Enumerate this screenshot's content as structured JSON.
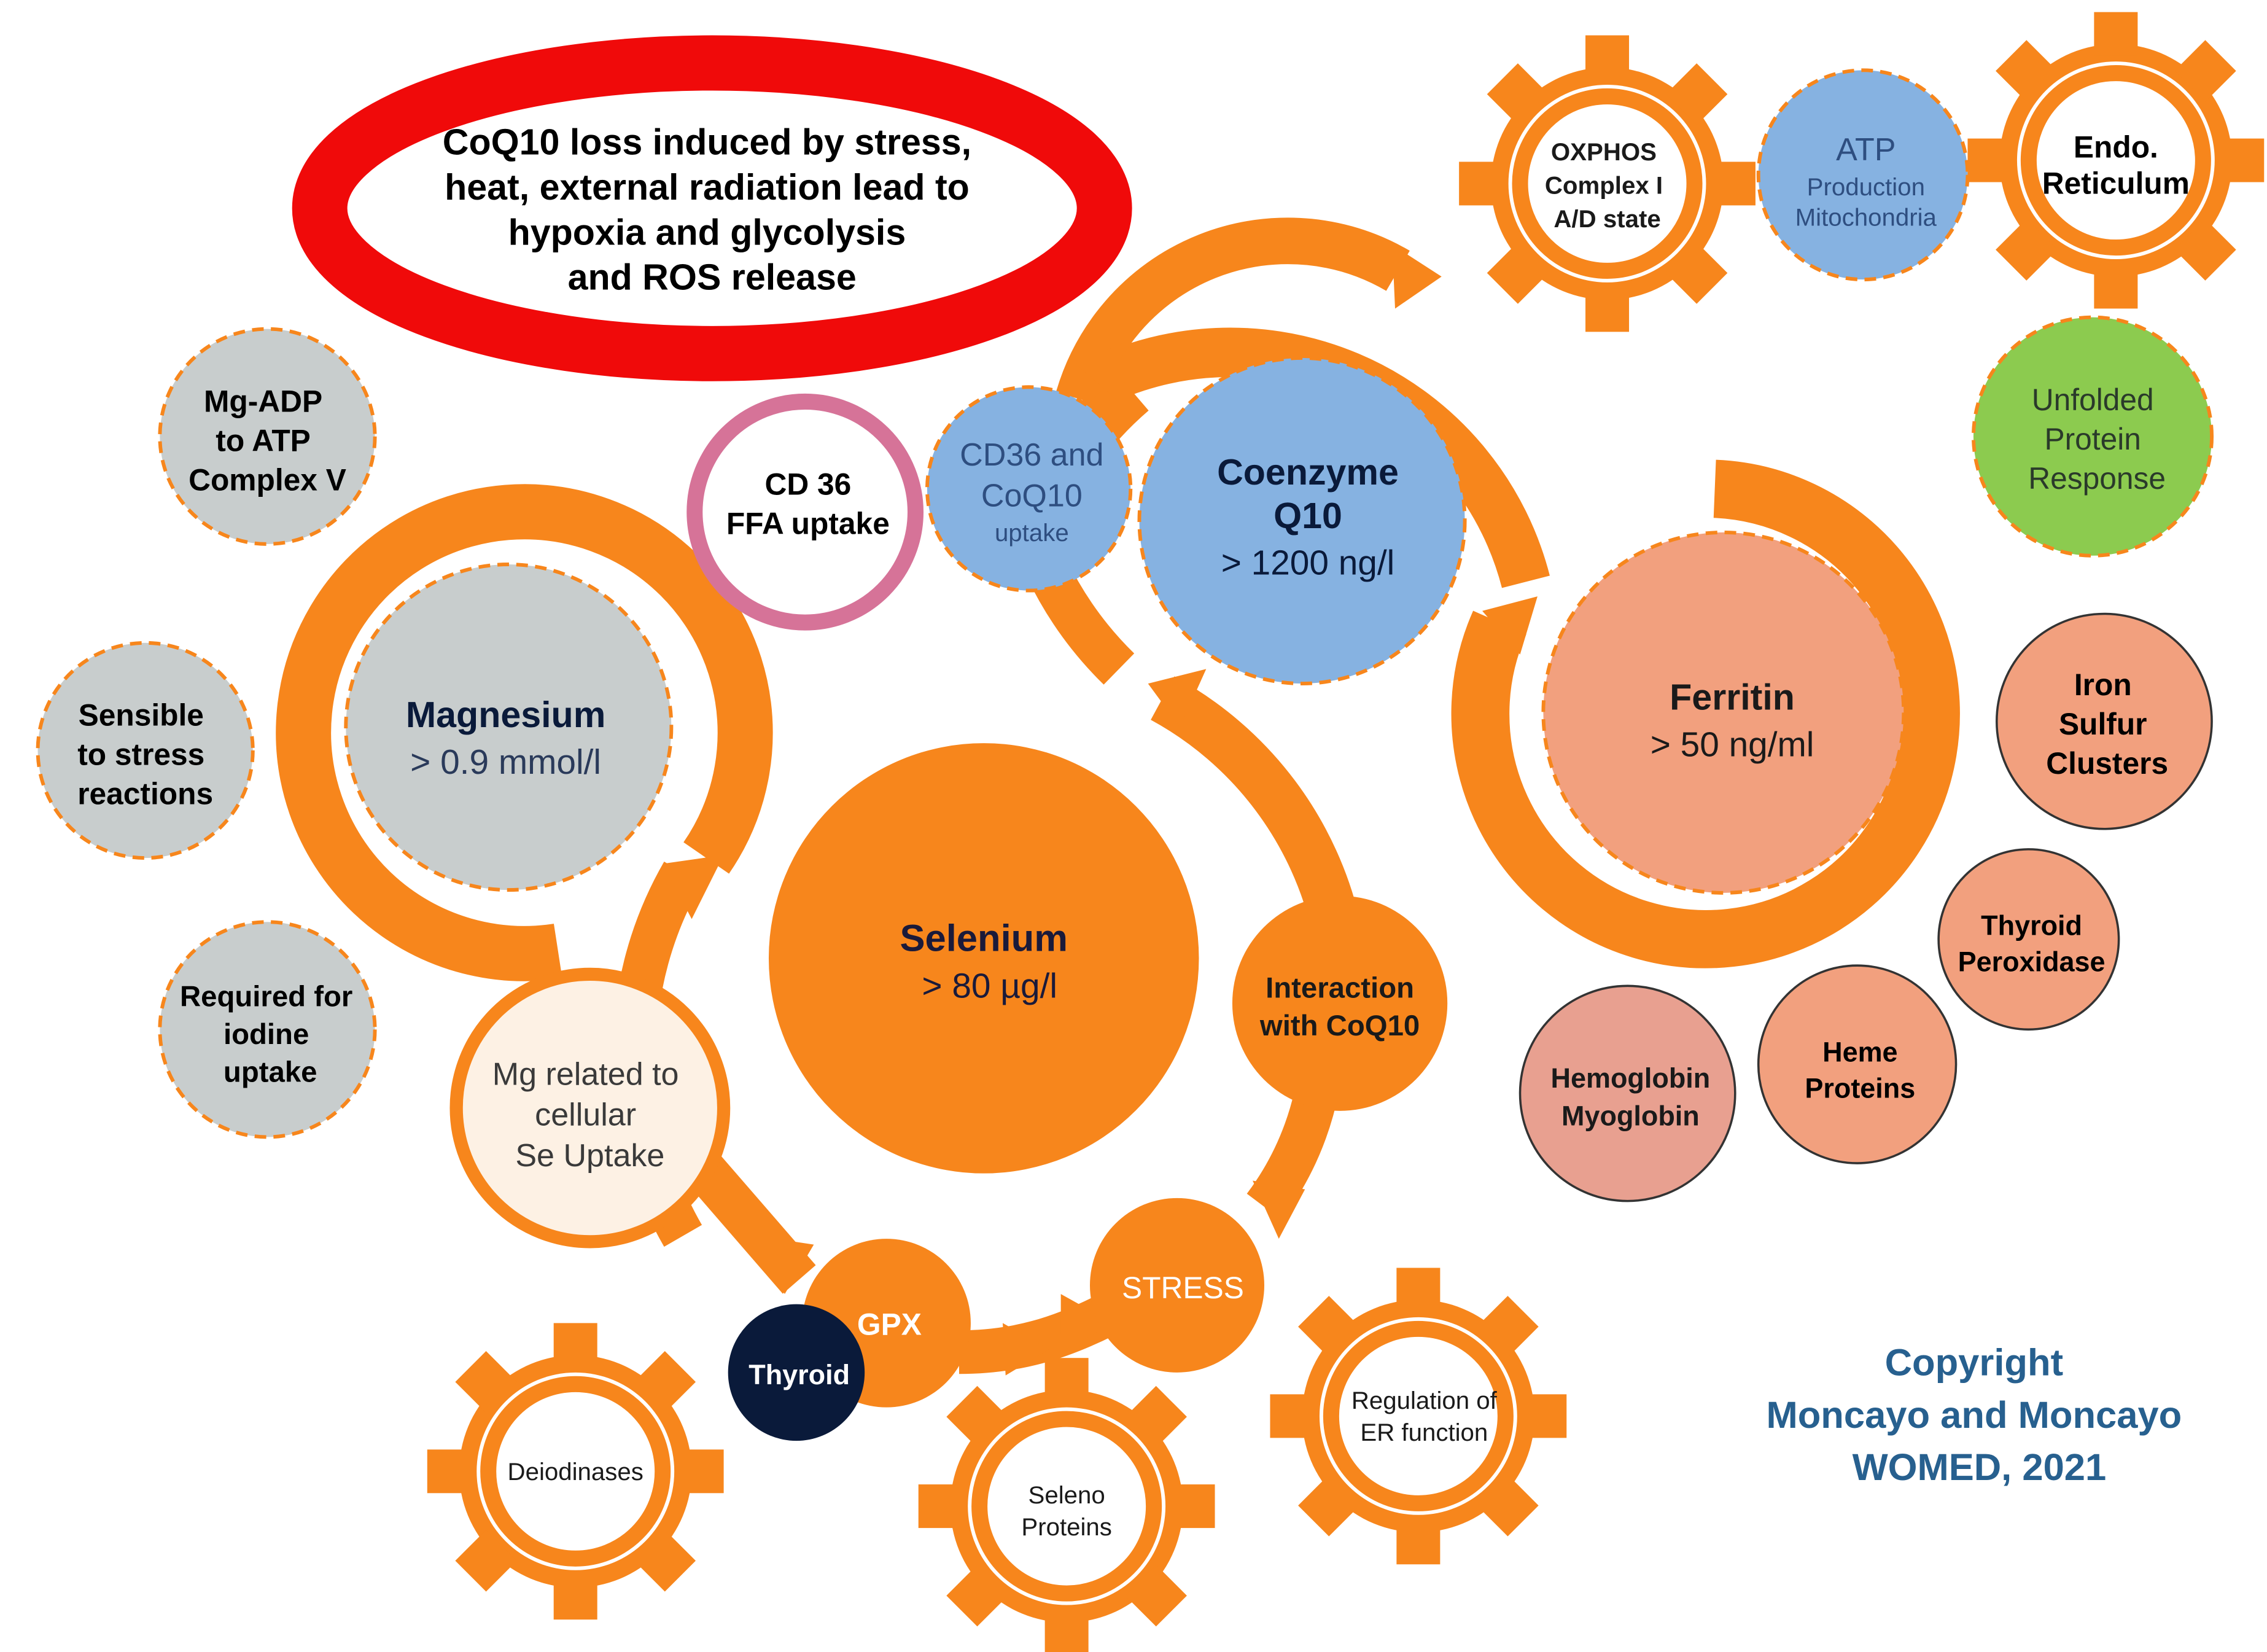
{
  "banner": {
    "lines": [
      "CoQ10 loss induced by stress,",
      "heat, external radiation lead to",
      "hypoxia and glycolysis",
      "and ROS release"
    ]
  },
  "magnesium": {
    "title": "Magnesium",
    "value": "> 0.9 mmol/l"
  },
  "coenzyme": {
    "title1": "Coenzyme",
    "title2": "Q10",
    "value": "> 1200 ng/l"
  },
  "ferritin": {
    "title": "Ferritin",
    "value": "> 50 ng/ml"
  },
  "selenium": {
    "title": "Selenium",
    "value": "> 80 µg/l"
  },
  "cd36": {
    "line1": "CD 36",
    "line2": "FFA uptake"
  },
  "cd36coq": {
    "line1": "CD36 and",
    "line2": "CoQ10",
    "line3": "uptake"
  },
  "mgadp": {
    "lines": [
      "Mg-ADP",
      "to ATP",
      "Complex V"
    ]
  },
  "sensible": {
    "lines": [
      "Sensible",
      "to stress",
      "reactions"
    ]
  },
  "iodine": {
    "lines": [
      "Required for",
      "iodine",
      "uptake"
    ]
  },
  "mgse": {
    "lines": [
      "Mg related to",
      "cellular",
      "Se Uptake"
    ]
  },
  "interaction": {
    "line1": "Interaction",
    "line2": "with CoQ10"
  },
  "gpx": "GPX",
  "thyroid": "Thyroid",
  "stress": "STRESS",
  "deiodinases": "Deiodinases",
  "seleno": {
    "line1": "Seleno",
    "line2": "Proteins"
  },
  "er": {
    "line1": "Regulation of",
    "line2": "ER function"
  },
  "oxphos": {
    "lines": [
      "OXPHOS",
      "Complex I",
      "A/D state"
    ]
  },
  "atp": {
    "line1": "ATP",
    "line2": "Production",
    "line3": "Mitochondria"
  },
  "endo": {
    "line1": "Endo.",
    "line2": "Reticulum"
  },
  "upr": {
    "lines": [
      "Unfolded",
      "Protein",
      "Response"
    ]
  },
  "iron": {
    "lines": [
      "Iron",
      "Sulfur",
      "Clusters"
    ]
  },
  "tpo": {
    "line1": "Thyroid",
    "line2": "Peroxidase"
  },
  "heme": {
    "line1": "Heme",
    "line2": "Proteins"
  },
  "hemoglobin": {
    "line1": "Hemoglobin",
    "line2": "Myoglobin"
  },
  "copyright": {
    "lines": [
      "Copyright",
      "Moncayo and Moncayo",
      "WOMED, 2021"
    ]
  },
  "colors": {
    "orange": "#F7861C",
    "grey": "#C8CDCD",
    "blue": "#86B2E1",
    "salmon": "#F2A07E",
    "navy": "#0A1A3A",
    "green": "#8CCB4F",
    "pink": "#D67398",
    "red": "#F00A0A",
    "cream": "#FDF1E4",
    "teal": "#27608F"
  }
}
